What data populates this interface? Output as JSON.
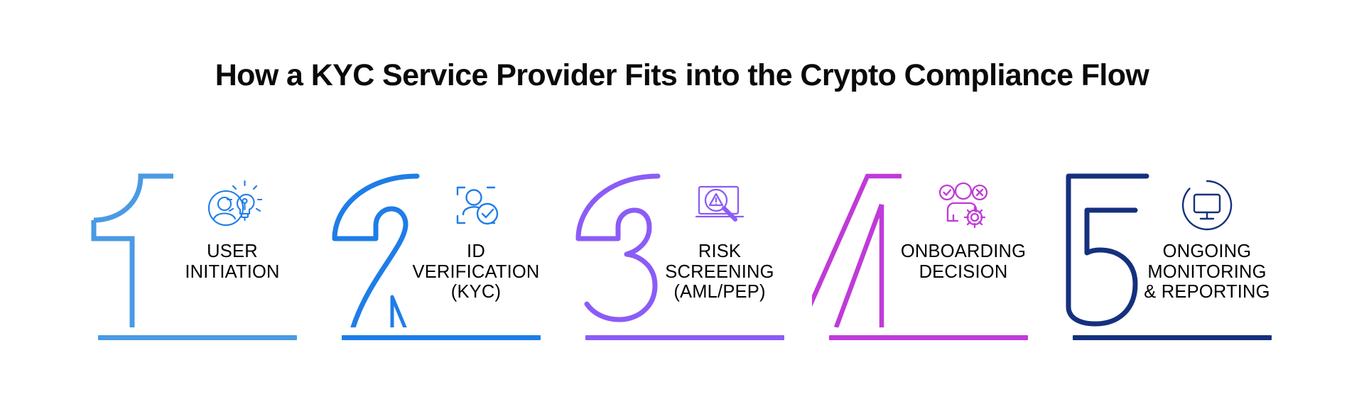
{
  "title": "How a KYC Service Provider Fits into the Crypto Compliance Flow",
  "background_color": "#ffffff",
  "title_color": "#0a0a0a",
  "steps": [
    {
      "number": "1",
      "label": "USER\nINITIATION",
      "icon": "user-lightbulb-icon",
      "color": "#4a9ae4",
      "baseline_color": "#4a9ae4"
    },
    {
      "number": "2",
      "label": "ID\nVERIFICATION\n(KYC)",
      "icon": "id-scan-check-icon",
      "color": "#1f7de8",
      "baseline_color": "#1f7de8"
    },
    {
      "number": "3",
      "label": "RISK\nSCREENING\n(AML/PEP)",
      "icon": "screen-magnifier-warning-icon",
      "color": "#8b5cf6",
      "baseline_color": "#8b5cf6"
    },
    {
      "number": "4",
      "label": "ONBOARDING\nDECISION",
      "icon": "approve-reject-gear-icon",
      "color": "#c03ad8",
      "baseline_color": "#c03ad8"
    },
    {
      "number": "5",
      "label": "ONGOING\nMONITORING\n& REPORTING",
      "icon": "monitor-refresh-icon",
      "color": "#15307e",
      "baseline_color": "#15307e"
    }
  ]
}
